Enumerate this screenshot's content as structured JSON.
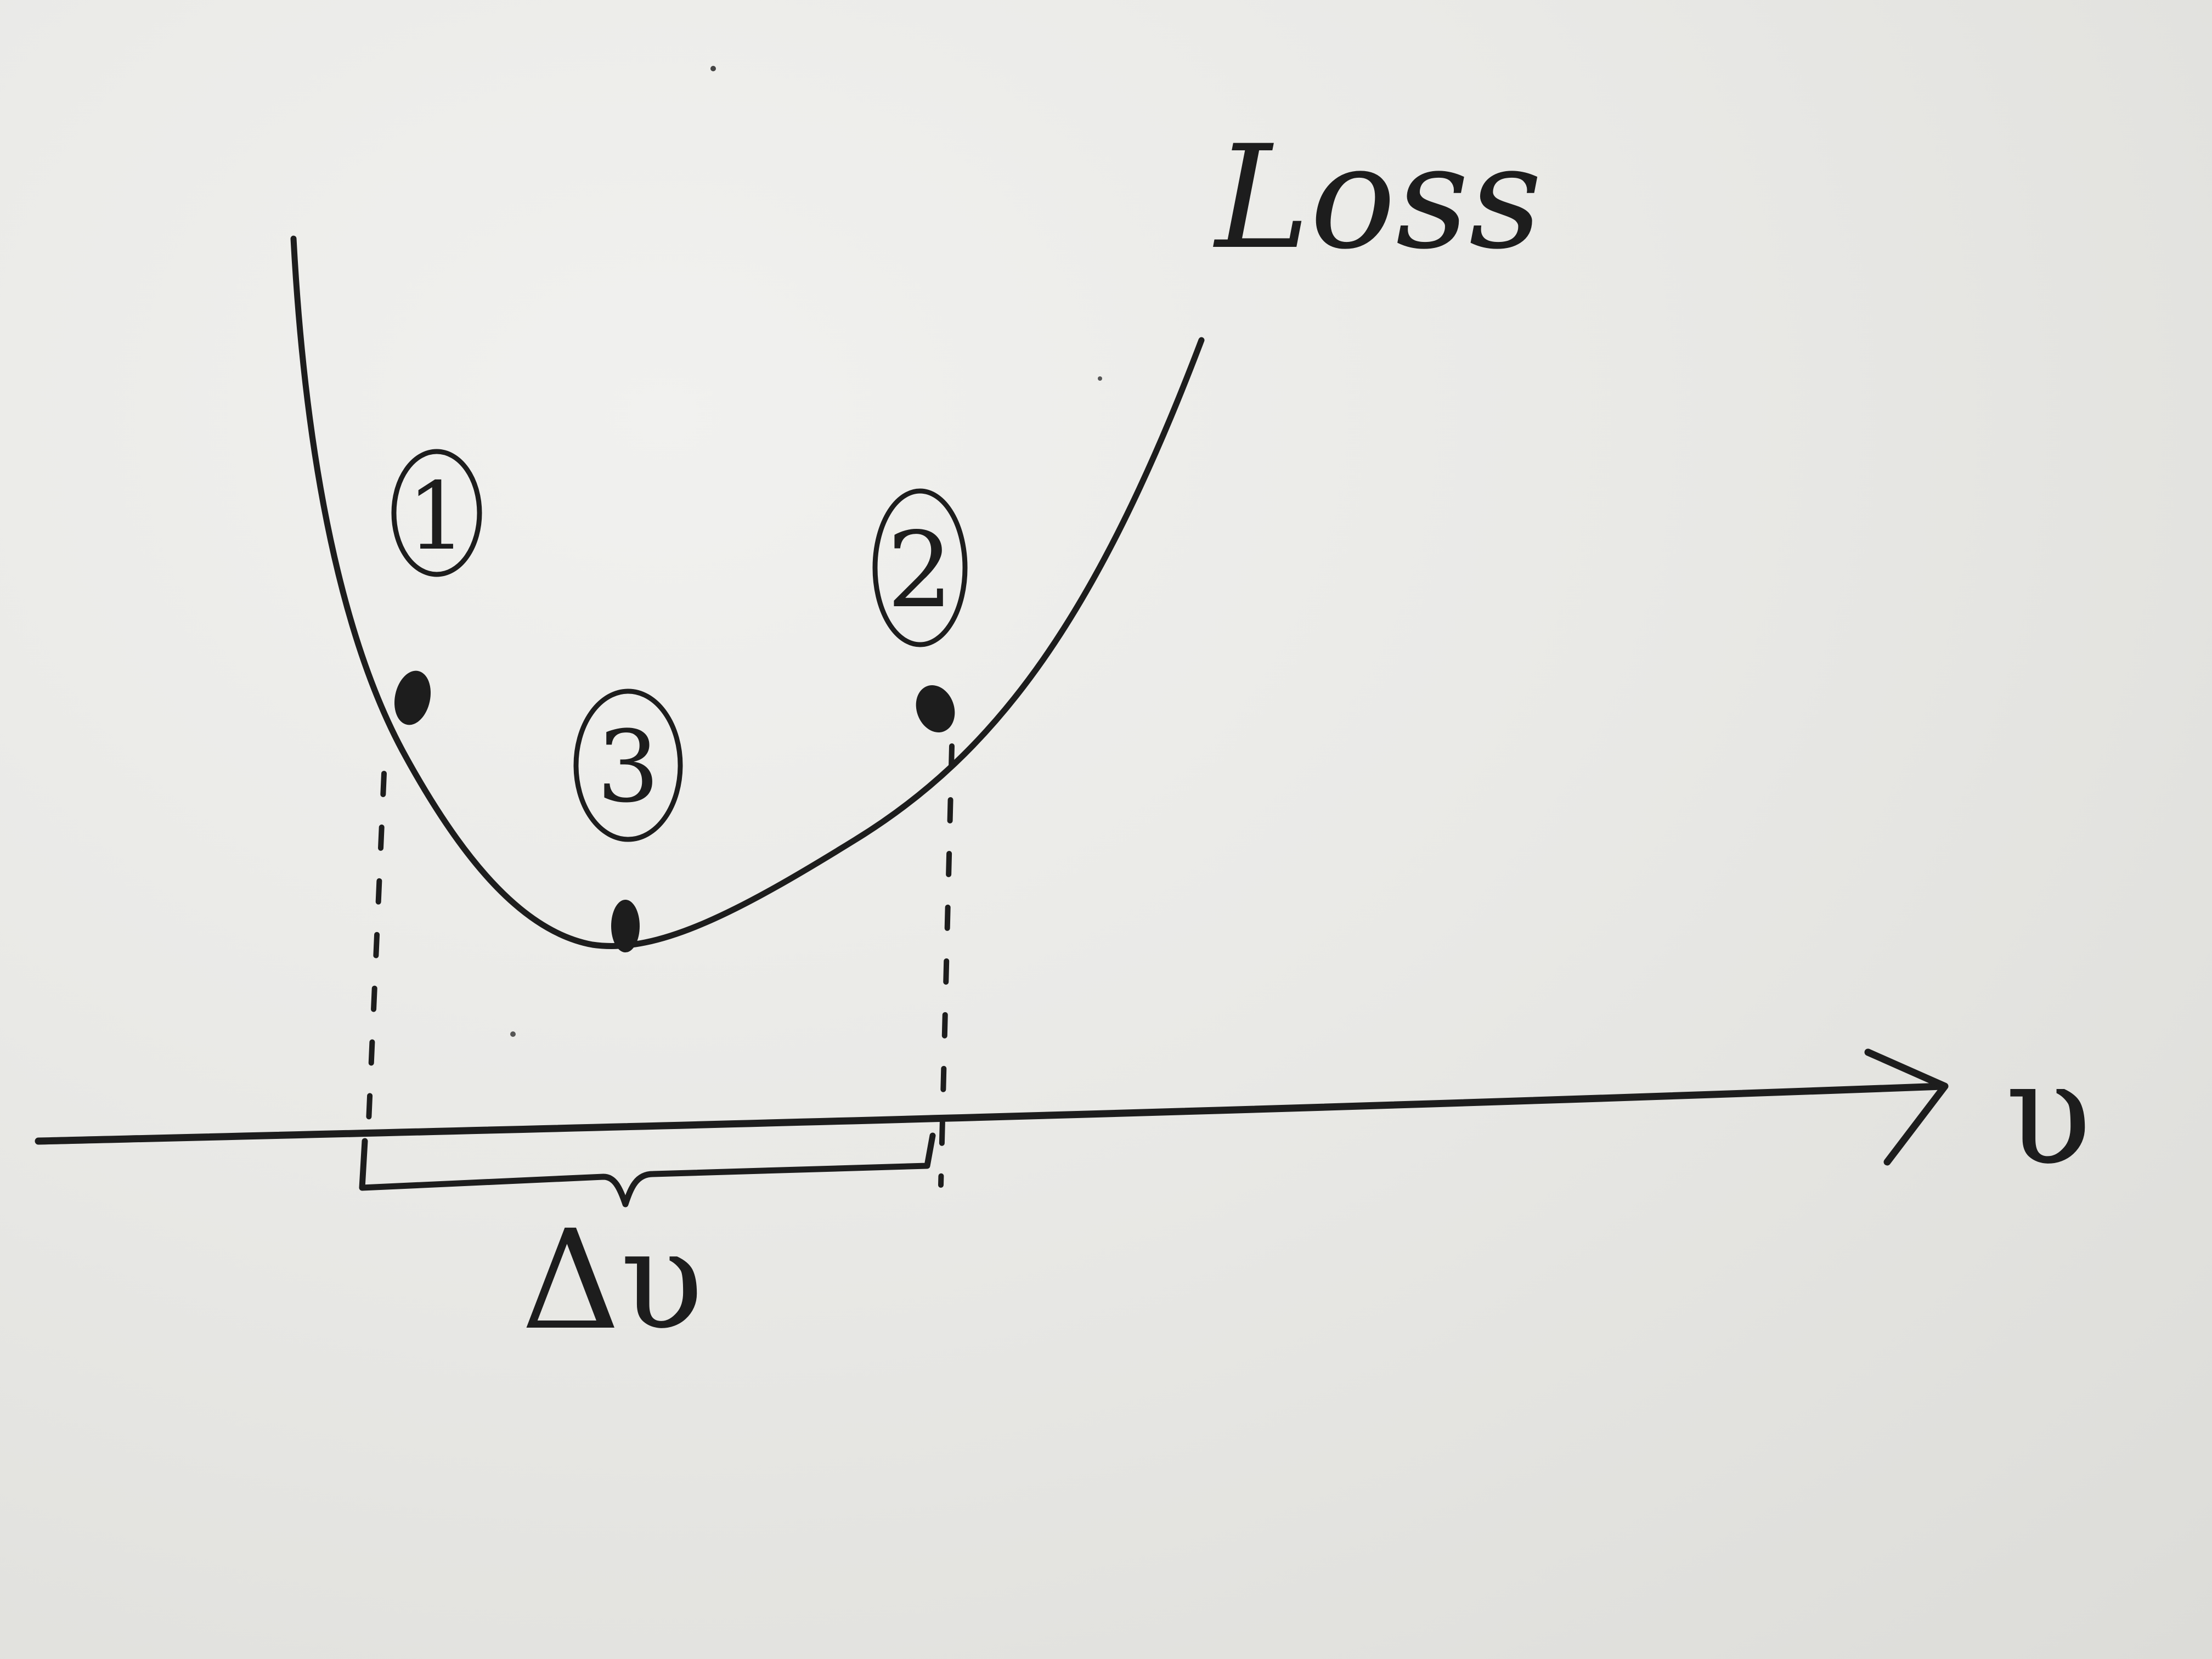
{
  "diagram": {
    "curve_label": "Loss",
    "axis_label": "υ",
    "interval_label": "Δυ",
    "points": [
      {
        "id": "1",
        "label": "1"
      },
      {
        "id": "2",
        "label": "2"
      },
      {
        "id": "3",
        "label": "3"
      }
    ],
    "ink_color": "#1d1d1d",
    "paper_color": "#e9e9e6"
  }
}
